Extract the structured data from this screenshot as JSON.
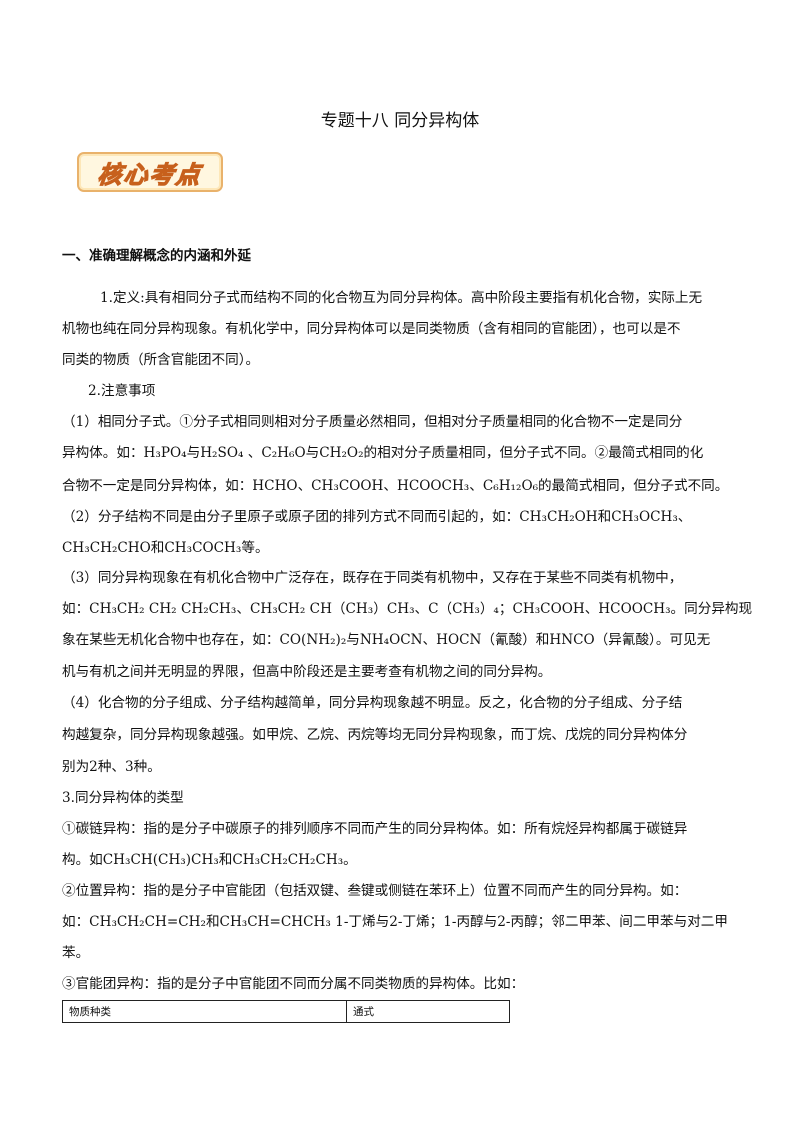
{
  "document": {
    "title": "专题十八  同分异构体",
    "badge_text": "核心考点",
    "section_heading": "一、准确理解概念的内涵和外延",
    "lines": [
      "1.定义:具有相同分子式而结构不同的化合物互为同分异构体。高中阶段主要指有机化合物，实际上无",
      "机物也纯在同分异构现象。有机化学中，同分异构体可以是同类物质（含有相同的官能团），也可以是不",
      "同类的物质（所含官能团不同）。",
      "2.注意事项",
      "（1）相同分子式。①分子式相同则相对分子质量必然相同，但相对分子质量相同的化合物不一定是同分",
      "异构体。如：H₃PO₄与H₂SO₄ 、C₂H₆O与CH₂O₂的相对分子质量相同，但分子式不同。②最简式相同的化",
      "合物不一定是同分异构体，如：HCHO、CH₃COOH、HCOOCH₃、C₆H₁₂O₆的最简式相同，但分子式不同。",
      "（2）分子结构不同是由分子里原子或原子团的排列方式不同而引起的，如：CH₃CH₂OH和CH₃OCH₃、",
      "CH₃CH₂CHO和CH₃COCH₃等。",
      "（3）同分异构现象在有机化合物中广泛存在，既存在于同类有机物中，又存在于某些不同类有机物中，",
      "如：CH₃CH₂ CH₂ CH₂CH₃、CH₃CH₂ CH（CH₃）CH₃、C（CH₃）₄；CH₃COOH、HCOOCH₃。同分异构现",
      "象在某些无机化合物中也存在，如：CO(NH₂)₂与NH₄OCN、HOCN（氰酸）和HNCO（异氰酸）。可见无",
      "机与有机之间并无明显的界限，但高中阶段还是主要考查有机物之间的同分异构。",
      "（4）化合物的分子组成、分子结构越简单，同分异构现象越不明显。反之，化合物的分子组成、分子结",
      "构越复杂，同分异构现象越强。如甲烷、乙烷、丙烷等均无同分异构现象，而丁烷、戊烷的同分异构体分",
      "别为2种、3种。",
      "3.同分异构体的类型",
      "①碳链异构：指的是分子中碳原子的排列顺序不同而产生的同分异构体。如：所有烷烃异构都属于碳链异",
      "构。如CH₃CH(CH₃)CH₃和CH₃CH₂CH₂CH₃。",
      "②位置异构：指的是分子中官能团（包括双键、叁键或侧链在苯环上）位置不同而产生的同分异构。如：",
      "如：CH₃CH₂CH=CH₂和CH₃CH=CHCH₃ 1-丁烯与2-丁烯；1-丙醇与2-丙醇；邻二甲苯、间二甲苯与对二甲",
      "苯。",
      "③官能团异构：指的是分子中官能团不同而分属不同类物质的异构体。比如："
    ],
    "table": {
      "headers": [
        "物质种类",
        "通式"
      ]
    }
  }
}
